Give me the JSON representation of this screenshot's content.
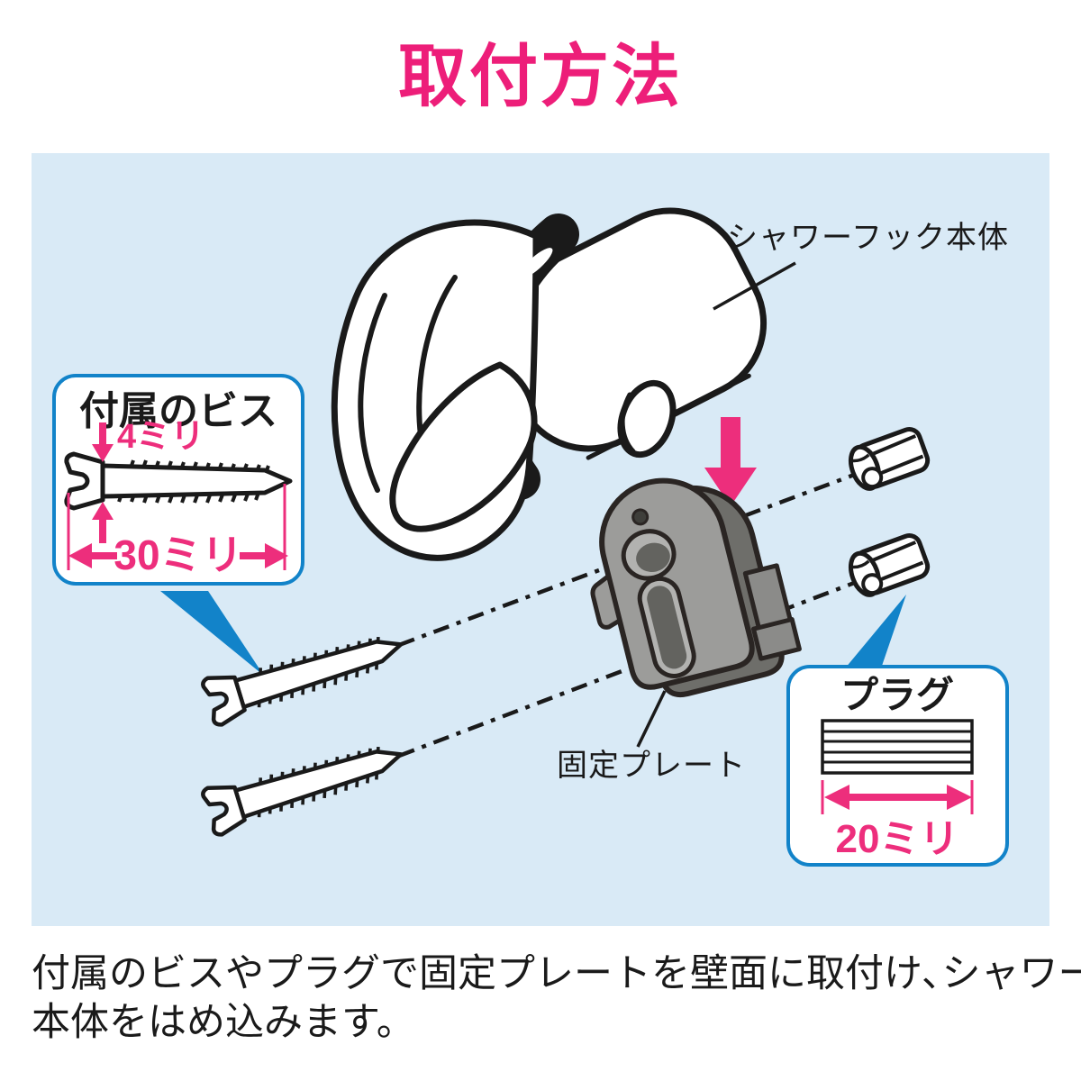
{
  "title": "取付方法",
  "panel": {
    "labels": {
      "shower_hook": "シャワーフック本体",
      "fixing_plate": "固定プレート"
    },
    "screw_callout": {
      "title": "付属のビス",
      "head_dim": "4ミリ",
      "length_dim": "30ミリ"
    },
    "plug_callout": {
      "title": "プラグ",
      "length_dim": "20ミリ"
    }
  },
  "caption": {
    "line1": "付属のビスやプラグで固定プレートを壁面に取付け､シャワーフック",
    "line2": "本体をはめ込みます。"
  },
  "colors": {
    "accent_pink": "#ED1E79",
    "dimension_pink": "#ED2E7C",
    "callout_blue": "#1283C9",
    "panel_background": "#D9EAF6",
    "plate_gray": "#9C9C9A"
  }
}
